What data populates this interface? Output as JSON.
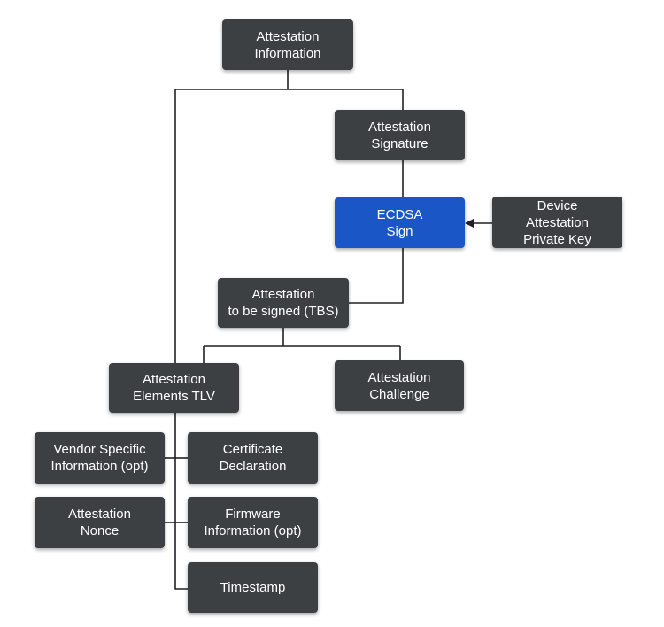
{
  "diagram": {
    "nodes": {
      "attestation_information": "Attestation\nInformation",
      "attestation_signature": "Attestation\nSignature",
      "ecdsa_sign": "ECDSA\nSign",
      "device_attestation_private_key": "Device\nAttestation\nPrivate Key",
      "attestation_tbs": "Attestation\nto be signed (TBS)",
      "attestation_elements_tlv": "Attestation\nElements TLV",
      "attestation_challenge": "Attestation\nChallenge",
      "vendor_specific_information": "Vendor Specific\nInformation (opt)",
      "certificate_declaration": "Certificate\nDeclaration",
      "attestation_nonce": "Attestation\nNonce",
      "firmware_information": "Firmware\nInformation (opt)",
      "timestamp": "Timestamp"
    },
    "colors": {
      "node_fill": "#3c4043",
      "accent_fill": "#1a56c6",
      "node_text": "#ffffff",
      "connector": "#202124"
    }
  }
}
